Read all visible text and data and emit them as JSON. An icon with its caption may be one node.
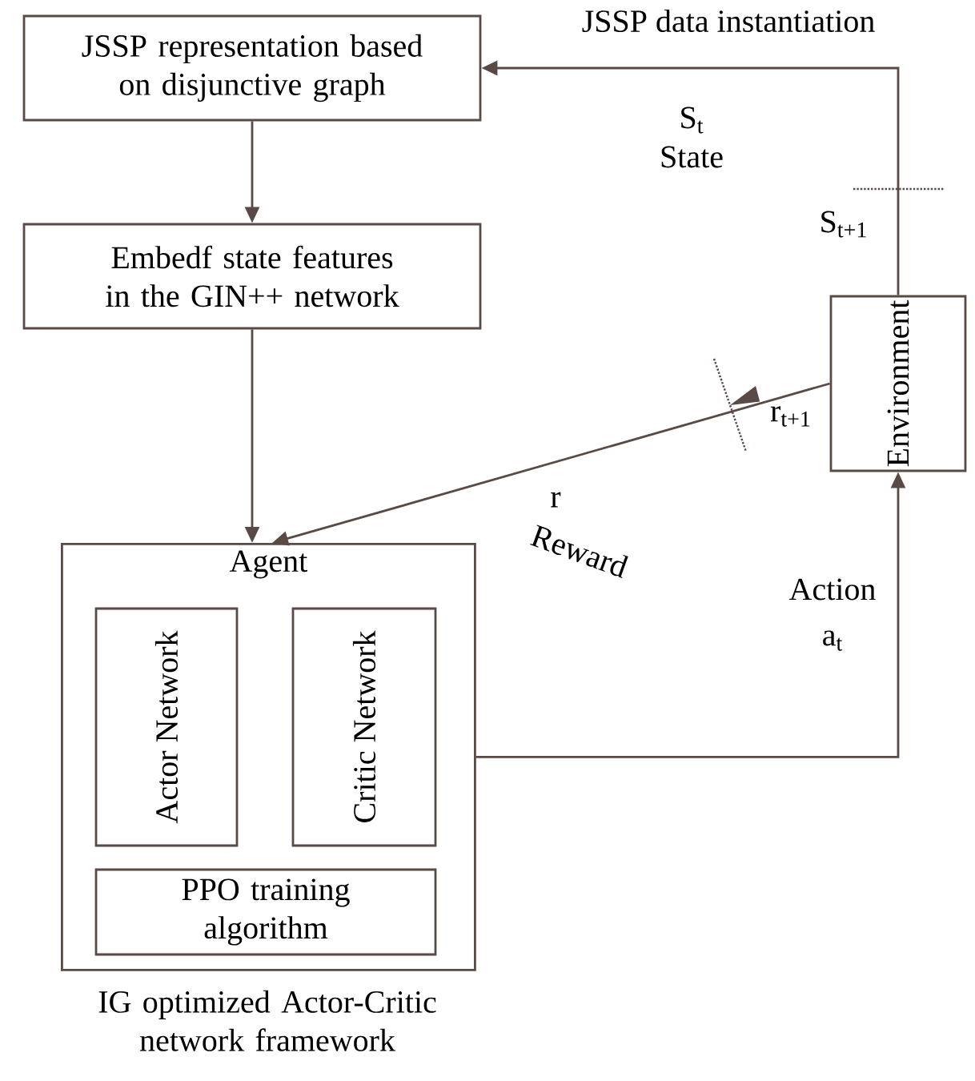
{
  "diagram": {
    "nodes": [
      {
        "text": [
          "JSSP representation based on disjunctive graph"
        ]
      },
      {
        "text": [
          "Embedf state features in the GIN++ network"
        ]
      },
      {
        "text": [
          "Agent"
        ],
        "beside": [
          "IG optimized Actor-Critic network framework"
        ]
      },
      {
        "text": [
          "Actor Network"
        ],
        "in": 2
      },
      {
        "text": [
          "Critic Network"
        ],
        "in": 2
      },
      {
        "text": [
          "PPO training algorithm"
        ],
        "in": 2
      },
      {
        "text": [
          "Environment"
        ]
      }
    ],
    "edges": [
      {
        "from": 0,
        "to": 1,
        "arrow": "to"
      },
      {
        "from": 1,
        "to": 2,
        "arrow": "to"
      },
      {
        "from": 6,
        "to": 0,
        "arrow": "to",
        "label": "JSSP data instantiation"
      },
      {
        "from": 6,
        "to": 2,
        "arrow": "to",
        "label": "r$_{t+1}$"
      },
      {
        "from": 2,
        "to": 6,
        "arrow": "to",
        "label": "Action"
      }
    ],
    "labels": [
      "S$_{t}$",
      "State",
      "S$_{t+1}$",
      "r",
      "Reward",
      "a$_{t}$"
    ]
  }
}
